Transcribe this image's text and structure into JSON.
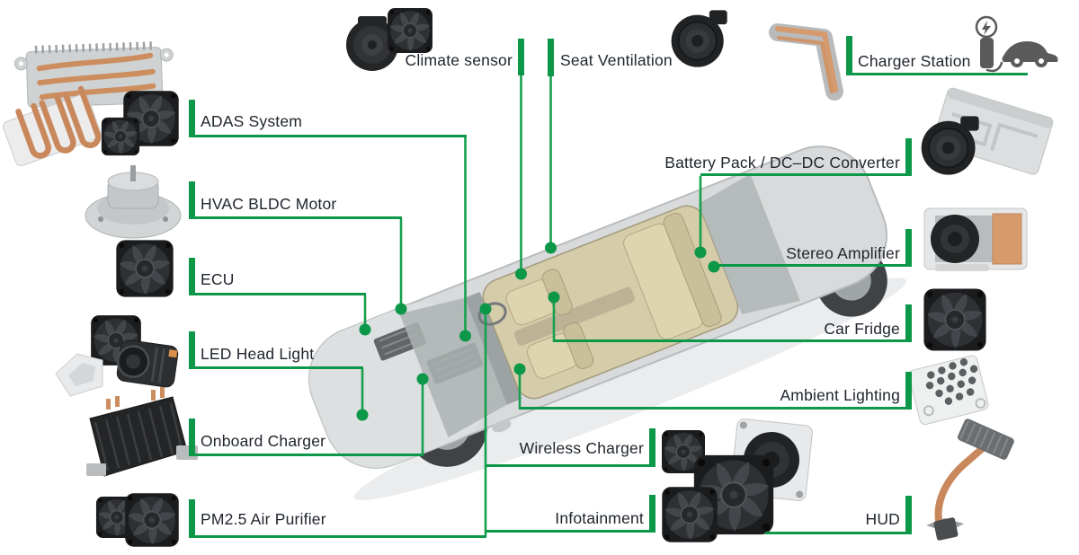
{
  "diagram_title": "",
  "colors": {
    "accent_green_bar": "#0d9748",
    "connector_green": "#16a04d",
    "label_text": "#20262e",
    "car_body": "#d8dadb",
    "car_interior": "#d5cca9",
    "copper": "#c9885c"
  },
  "callouts": {
    "climate_sensor": "Climate sensor",
    "seat_ventilation": "Seat Ventilation",
    "charger_station": "Charger Station",
    "adas_system": "ADAS System",
    "hvac_bldc_motor": "HVAC BLDC Motor",
    "ecu": "ECU",
    "led_head_light": "LED Head Light",
    "onboard_charger": "Onboard Charger",
    "pm25_air_purifier": "PM2.5 Air Purifier",
    "wireless_charger": "Wireless Charger",
    "infotainment": "Infotainment",
    "battery_pack_dcdc": "Battery Pack / DC–DC Converter",
    "stereo_amplifier": "Stereo Amplifier",
    "car_fridge": "Car Fridge",
    "ambient_lighting": "Ambient Lighting",
    "hud": "HUD"
  },
  "icons": [
    "axial-fan-icon",
    "blower-fan-icon",
    "square-blower-fan-icon",
    "heatpipe-cold-plate-icon",
    "finned-cold-plate-icon",
    "hvac-motor-icon",
    "led-headlight-module-icon",
    "mounting-bracket-icon",
    "onboard-charger-heatsink-icon",
    "busbar-icon",
    "ev-charging-station-icon",
    "battery-cold-plate-icon",
    "stereo-amplifier-module-icon",
    "pin-fin-plate-icon",
    "hud-heatpipe-icon",
    "car-illustration",
    "location-dot"
  ]
}
